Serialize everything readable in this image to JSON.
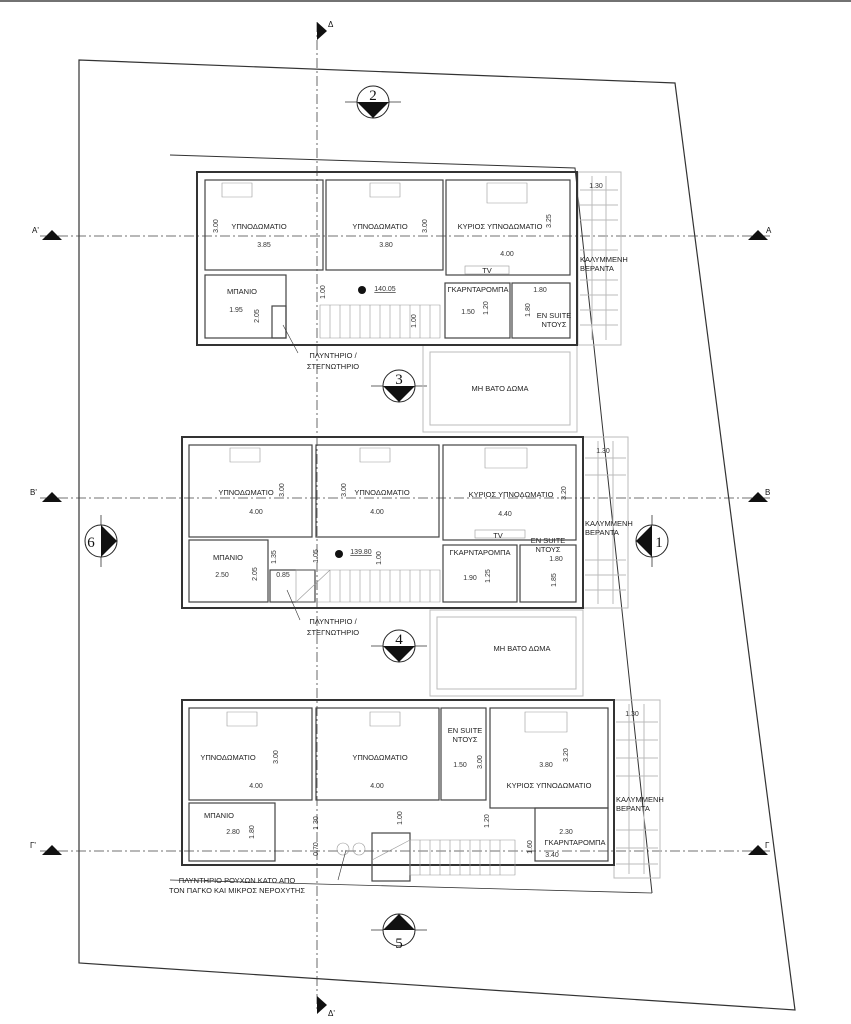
{
  "axes": {
    "a_left": "Α'",
    "a_right": "Α",
    "b_left": "Β'",
    "b_right": "Β",
    "g_left": "Γ'",
    "g_right": "Γ",
    "d_top": "Δ",
    "d_bottom": "Δ'"
  },
  "sections": [
    "1",
    "2",
    "3",
    "4",
    "5",
    "6"
  ],
  "roof_label": "ΜΗ ΒΑΤΟ ΔΩΜΑ",
  "floor1": {
    "level": "140.05",
    "bedroom1": "ΥΠΝΟΔΩΜΑΤΙΟ",
    "bedroom2": "ΥΠΝΟΔΩΜΑΤΙΟ",
    "master": "ΚΥΡΙΟΣ ΥΠΝΟΔΩΜΑΤΙΟ",
    "bath": "ΜΠΑΝΙΟ",
    "wardrobe": "ΓΚΑΡΝΤΑΡΟΜΠΑ",
    "ensuite1": "EN SUITE",
    "ensuite2": "ΝΤΟΥΣ",
    "tv": "TV",
    "veranda1": "ΚΑΛΥΜΜΕΝΗ",
    "veranda2": "ΒΕΡΑΝΤΑ",
    "laundry1": "ΠΛΥΝΤΗΡΙΟ /",
    "laundry2": "ΣΤΕΓΝΩΤΗΡΙΟ",
    "dims": [
      "3.00",
      "3.85",
      "3.00",
      "3.80",
      "3.25",
      "4.00",
      "1.00",
      "2.05",
      "1.95",
      "1.20",
      "1.50",
      "1.80",
      "1.80",
      "1.00",
      "1.30"
    ]
  },
  "floor2": {
    "level": "139.80",
    "bedroom1": "ΥΠΝΟΔΩΜΑΤΙΟ",
    "bedroom2": "ΥΠΝΟΔΩΜΑΤΙΟ",
    "master": "ΚΥΡΙΟΣ ΥΠΝΟΔΩΜΑΤΙΟ",
    "bath": "ΜΠΑΝΙΟ",
    "wardrobe": "ΓΚΑΡΝΤΑΡΟΜΠΑ",
    "ensuite1": "EN SUITE",
    "ensuite2": "ΝΤΟΥΣ",
    "tv": "TV",
    "veranda1": "ΚΑΛΥΜΜΕΝΗ",
    "veranda2": "ΒΕΡΑΝΤΑ",
    "laundry1": "ΠΛΥΝΤΗΡΙΟ /",
    "laundry2": "ΣΤΕΓΝΩΤΗΡΙΟ",
    "dims": [
      "3.00",
      "4.00",
      "3.00",
      "4.00",
      "4.40",
      "3.20",
      "1.35",
      "2.05",
      "2.50",
      "0.85",
      "1.05",
      "1.00",
      "1.25",
      "1.90",
      "1.80",
      "1.85",
      "1.30"
    ]
  },
  "floor3": {
    "bedroom1": "ΥΠΝΟΔΩΜΑΤΙΟ",
    "bedroom2": "ΥΠΝΟΔΩΜΑΤΙΟ",
    "master": "ΚΥΡΙΟΣ ΥΠΝΟΔΩΜΑΤΙΟ",
    "bath": "ΜΠΑΝΙΟ",
    "wardrobe": "ΓΚΑΡΝΤΑΡΟΜΠΑ",
    "ensuite1": "EN SUITE",
    "ensuite2": "ΝΤΟΥΣ",
    "veranda1": "ΚΑΛΥΜΜΕΝΗ",
    "veranda2": "ΒΕΡΑΝΤΑ",
    "laundry1": "ΠΛΥΝΤΗΡΙΟ ΡΟΥΧΩΝ ΚΑΤΩ ΑΠΟ",
    "laundry2": "ΤΟΝ ΠΑΓΚΟ ΚΑΙ ΜΙΚΡΟΣ ΝΕΡΟΧΥΤΗΣ",
    "dims": [
      "3.00",
      "4.00",
      "4.00",
      "3.00",
      "1.50",
      "3.20",
      "3.80",
      "1.80",
      "2.80",
      "1.30",
      "0.70",
      "1.00",
      "1.20",
      "2.30",
      "1.60",
      "3.40",
      "1.30"
    ]
  }
}
